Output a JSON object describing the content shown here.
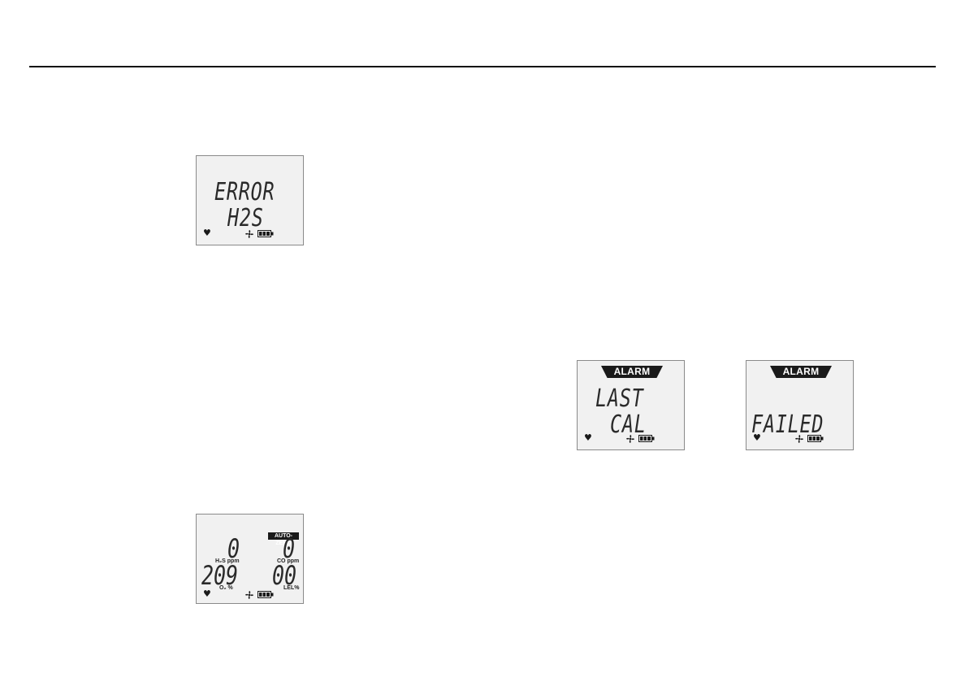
{
  "displays": {
    "error": {
      "line1": "ERROR",
      "line2": "H2S"
    },
    "lastcal": {
      "banner": "ALARM",
      "line1": "LAST",
      "line2": "CAL"
    },
    "failed": {
      "banner": "ALARM",
      "line1": "FAILED"
    },
    "readings": {
      "badge": "AUTO-ZERO",
      "h2s_value": "0",
      "h2s_unit": "H₂S ppm",
      "co_value": "0",
      "co_unit": "CO ppm",
      "o2_value": "209",
      "o2_unit": "O₂ %",
      "lel_value": "00",
      "lel_unit": "LEL%"
    }
  },
  "icons": {
    "status": [
      "heart-icon",
      "fan-icon",
      "battery-icon"
    ]
  }
}
